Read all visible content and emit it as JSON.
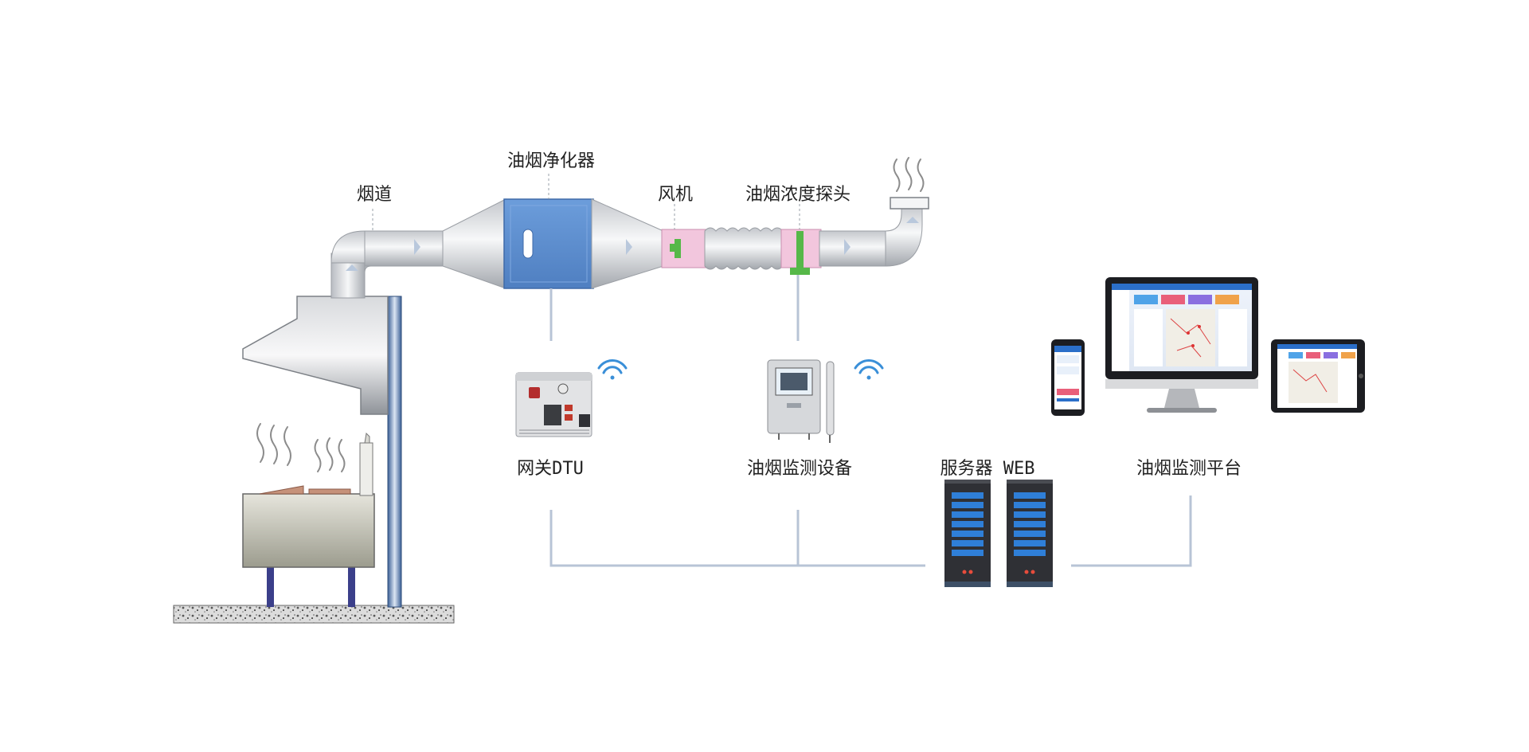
{
  "labels": {
    "flue": "烟道",
    "purifier": "油烟净化器",
    "fan": "风机",
    "probe": "油烟浓度探头",
    "gateway": "网关DTU",
    "monitor_device": "油烟监测设备",
    "server": "服务器 WEB",
    "platform": "油烟监测平台"
  },
  "colors": {
    "duct_light": "#f2f3f5",
    "duct_dark": "#a9adb3",
    "purifier_blue": "#5b8fd0",
    "fan_pink": "#f2c6dd",
    "probe_green": "#56b848",
    "connector_line": "#b8c4d6",
    "wifi_blue": "#3a8fd8",
    "server_dark": "#2f3035",
    "server_blue": "#2f7fd8"
  }
}
